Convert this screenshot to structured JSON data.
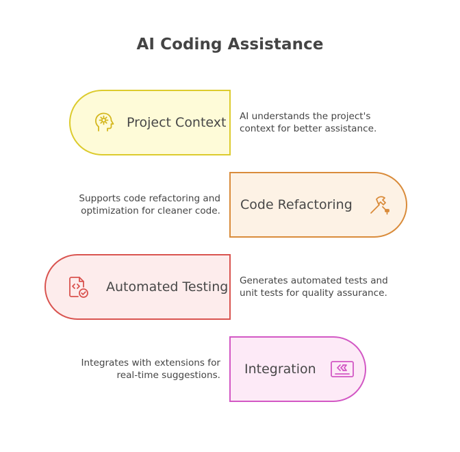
{
  "title": "AI Coding Assistance",
  "steps": [
    {
      "label": "Project Context",
      "icon": "head-gear-icon",
      "description": [
        "AI understands the project's",
        "context for better assistance."
      ],
      "color": "#dccb2c"
    },
    {
      "label": "Code Refactoring",
      "icon": "hammer-icon",
      "description": [
        "Supports code refactoring and",
        "optimization for cleaner code."
      ],
      "color": "#d98b3a"
    },
    {
      "label": "Automated Testing",
      "icon": "code-file-check-icon",
      "description": [
        "Generates automated tests and",
        "unit tests for quality assurance."
      ],
      "color": "#d9534f"
    },
    {
      "label": "Integration",
      "icon": "extension-screen-icon",
      "description": [
        "Integrates with extensions for",
        "real-time suggestions."
      ],
      "color": "#d257c4"
    }
  ]
}
